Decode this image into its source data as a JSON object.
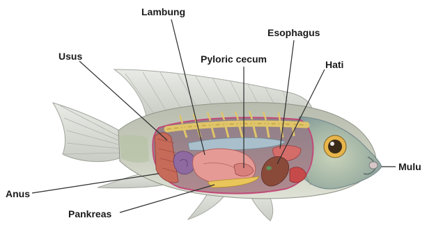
{
  "diagram": {
    "labels": {
      "lambung": "Lambung",
      "usus": "Usus",
      "pyloric_cecum": "Pyloric cecum",
      "esophagus": "Esophagus",
      "hati": "Hati",
      "anus": "Anus",
      "mulu": "Mulu",
      "pankreas": "Pankreas"
    }
  }
}
